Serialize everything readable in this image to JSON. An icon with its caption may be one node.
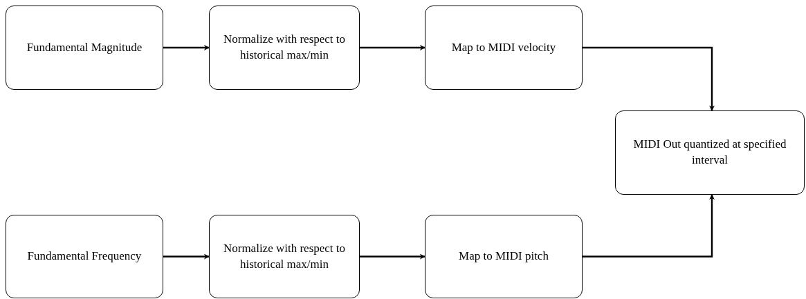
{
  "diagram": {
    "nodes": [
      {
        "text": [
          "Fundamental Magnitude"
        ]
      },
      {
        "text": [
          "Normalize with respect to historical max/min"
        ]
      },
      {
        "text": [
          "Map to MIDI velocity"
        ]
      },
      {
        "text": [
          "MIDI Out quantized at specified interval"
        ]
      },
      {
        "text": [
          "Fundamental Frequency"
        ]
      },
      {
        "text": [
          "Normalize with respect to historical max/min"
        ]
      },
      {
        "text": [
          "Map to MIDI pitch"
        ]
      }
    ],
    "edges": [
      {
        "from": 0,
        "to": 1,
        "arrow": "to"
      },
      {
        "from": 1,
        "to": 2,
        "arrow": "to"
      },
      {
        "from": 2,
        "to": 3,
        "arrow": "to"
      },
      {
        "from": 4,
        "to": 5,
        "arrow": "to"
      },
      {
        "from": 5,
        "to": 6,
        "arrow": "to"
      },
      {
        "from": 6,
        "to": 3,
        "arrow": "to"
      }
    ]
  }
}
